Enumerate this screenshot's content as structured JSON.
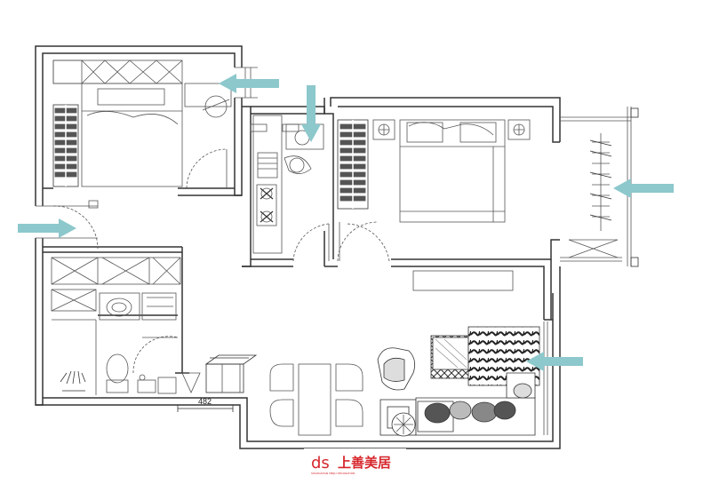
{
  "drawing": {
    "dimension_label": "482",
    "arrow_color": "#8cc8cc",
    "wall_color": "#333333"
  },
  "logo": {
    "text": "上善美居",
    "mark": "ds",
    "tagline": "SHANGSHAN MEIJU DECORATION",
    "color": "#d6262c"
  }
}
